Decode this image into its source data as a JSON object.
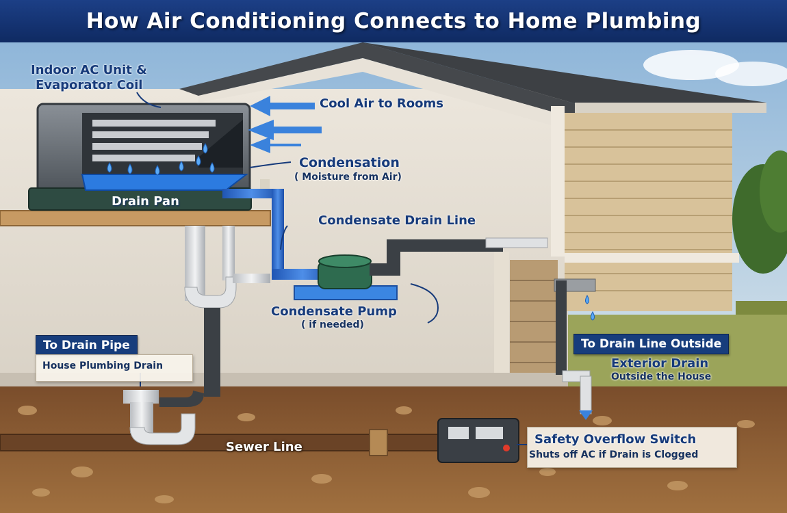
{
  "title": "How Air Conditioning Connects to Home Plumbing",
  "labels": {
    "indoor_unit": [
      "Indoor AC Unit &",
      "Evaporator Coil"
    ],
    "cool_air": "Cool Air to Rooms",
    "condensation": "Condensation",
    "condensation_note": "( Moisture from Air)",
    "drain_pan": "Drain Pan",
    "condensate_drain_line": "Condensate Drain Line",
    "condensate_pump": "Condensate Pump",
    "condensate_pump_note": "( if needed)",
    "to_drain_pipe": "To Drain Pipe",
    "house_plumbing_drain": "House Plumbing Drain",
    "to_drain_line_outside": "To Drain Line Outside",
    "exterior_drain": "Exterior Drain",
    "exterior_drain_note": "Outside the House",
    "sewer_line": "Sewer Line",
    "safety_switch": "Safety Overflow Switch",
    "safety_switch_note": "Shuts off AC if Drain is Clogged"
  },
  "icons": [
    "ac-unit-icon",
    "water-drop-icon",
    "condensate-pump-icon",
    "overflow-switch-icon",
    "airflow-arrow-icon"
  ],
  "colors": {
    "title_bg": "#173d7c",
    "label_text": "#163a7a",
    "drain_line": "#2f6fd0",
    "pipe_dark": "#3b4045",
    "pipe_white": "#e2e4e6",
    "soil": "#8a5a33"
  }
}
